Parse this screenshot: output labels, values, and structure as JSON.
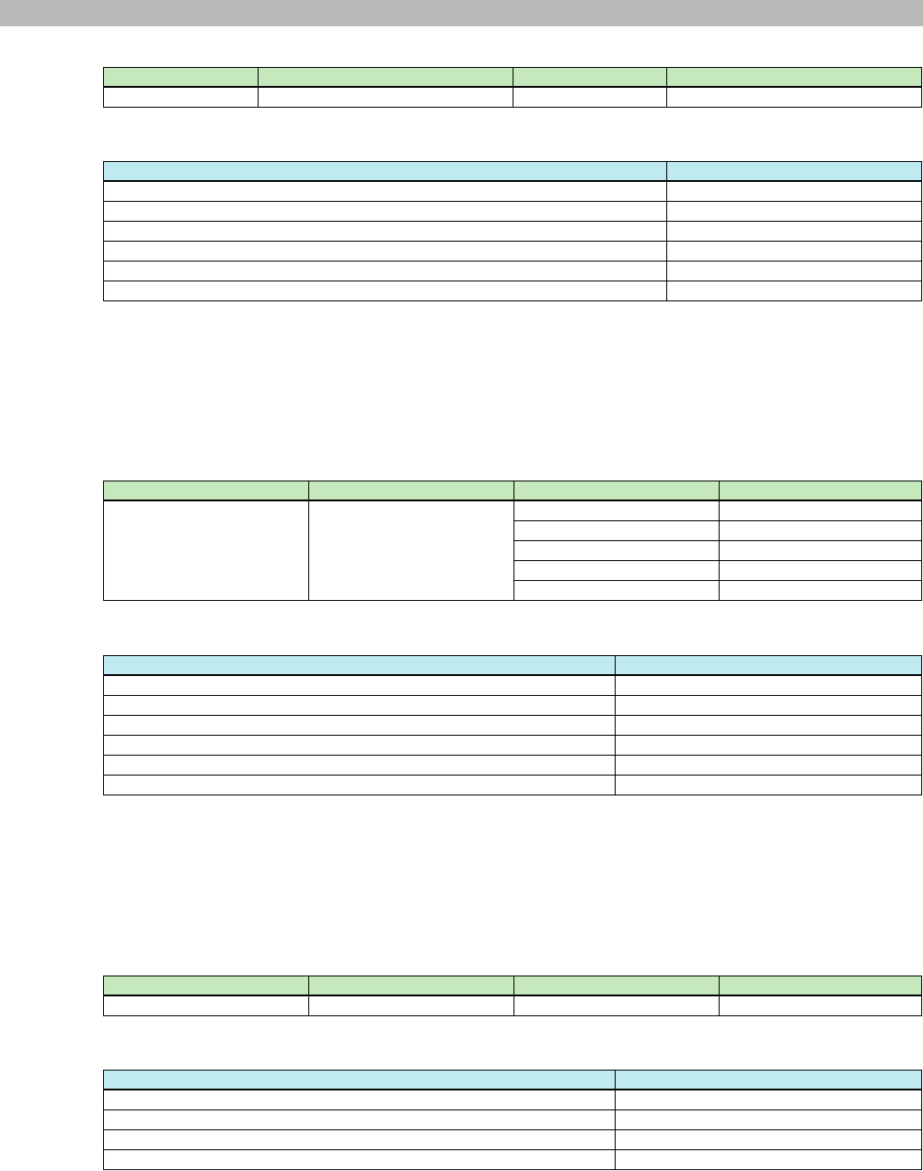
{
  "page": {
    "colors": {
      "top_bar": "#b9b9b9",
      "header_green": "#c5e8bc",
      "header_blue": "#c0eaf1",
      "border": "#000000"
    }
  },
  "tables": [
    {
      "header_color": "green",
      "headers": [
        "",
        "",
        "",
        ""
      ],
      "rows": [
        [
          "",
          "",
          "",
          ""
        ]
      ]
    },
    {
      "header_color": "blue",
      "headers": [
        "",
        ""
      ],
      "rows": [
        [
          "",
          ""
        ],
        [
          "",
          ""
        ],
        [
          "",
          ""
        ],
        [
          "",
          ""
        ],
        [
          "",
          ""
        ],
        [
          "",
          ""
        ]
      ]
    },
    {
      "header_color": "green",
      "headers": [
        "",
        "",
        "",
        ""
      ],
      "rows": [
        [
          "",
          "",
          "",
          ""
        ],
        [
          "",
          ""
        ],
        [
          "",
          ""
        ],
        [
          "",
          ""
        ],
        [
          "",
          ""
        ]
      ]
    },
    {
      "header_color": "blue",
      "headers": [
        "",
        ""
      ],
      "rows": [
        [
          "",
          ""
        ],
        [
          "",
          ""
        ],
        [
          "",
          ""
        ],
        [
          "",
          ""
        ],
        [
          "",
          ""
        ],
        [
          "",
          ""
        ]
      ]
    },
    {
      "header_color": "green",
      "headers": [
        "",
        "",
        "",
        ""
      ],
      "rows": [
        [
          "",
          "",
          "",
          ""
        ]
      ]
    },
    {
      "header_color": "blue",
      "headers": [
        "",
        ""
      ],
      "rows": [
        [
          "",
          ""
        ],
        [
          "",
          ""
        ],
        [
          "",
          ""
        ],
        [
          "",
          ""
        ]
      ]
    }
  ]
}
